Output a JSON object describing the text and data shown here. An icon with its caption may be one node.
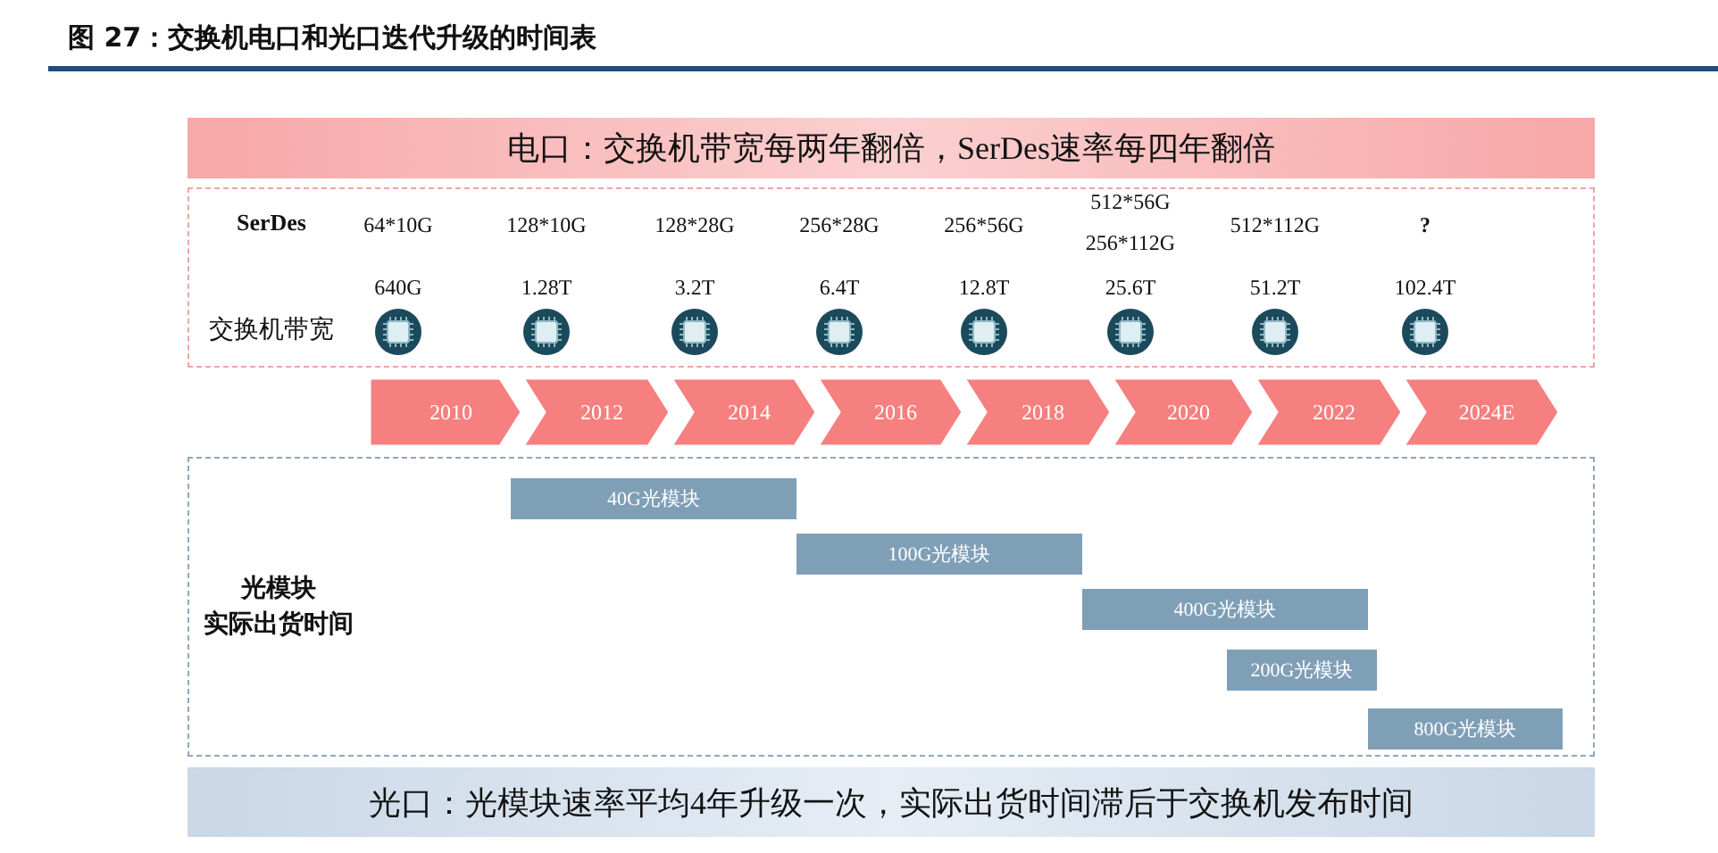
{
  "diagram": {
    "title": "图 27：交换机电口和光口迭代升级的时间表",
    "nodes": [
      {
        "text": [
          "电口：交换机带宽每两年翻倍，SerDes速率每四年翻倍"
        ]
      },
      {
        "text": [
          "SerDes",
          "交换机带宽"
        ]
      },
      {
        "text": [],
        "shape": "circle",
        "in": 1,
        "beside": [
          "64*10G",
          "640G"
        ]
      },
      {
        "text": [],
        "shape": "circle",
        "in": 1,
        "beside": [
          "128*10G",
          "1.28T"
        ]
      },
      {
        "text": [],
        "shape": "circle",
        "in": 1,
        "beside": [
          "128*28G",
          "3.2T"
        ]
      },
      {
        "text": [],
        "shape": "circle",
        "in": 1,
        "beside": [
          "256*28G",
          "6.4T"
        ]
      },
      {
        "text": [],
        "shape": "circle",
        "in": 1,
        "beside": [
          "256*56G",
          "12.8T"
        ]
      },
      {
        "text": [],
        "shape": "circle",
        "in": 1,
        "beside": [
          "512*56G",
          "256*112G",
          "25.6T"
        ]
      },
      {
        "text": [],
        "shape": "circle",
        "in": 1,
        "beside": [
          "512*112G",
          "51.2T"
        ]
      },
      {
        "text": [],
        "shape": "circle",
        "in": 1,
        "beside": [
          "?",
          "102.4T"
        ]
      },
      {
        "text": [
          "2010"
        ]
      },
      {
        "text": [
          "2012"
        ]
      },
      {
        "text": [
          "2014"
        ]
      },
      {
        "text": [
          "2016"
        ]
      },
      {
        "text": [
          "2018"
        ]
      },
      {
        "text": [
          "2020"
        ]
      },
      {
        "text": [
          "2022"
        ]
      },
      {
        "text": [
          "2024E"
        ]
      },
      {
        "text": [
          "光模块实际出货时间"
        ]
      },
      {
        "text": [
          "40G光模块"
        ],
        "in": 18
      },
      {
        "text": [
          "100G光模块"
        ],
        "in": 18
      },
      {
        "text": [
          "400G光模块"
        ],
        "in": 18
      },
      {
        "text": [
          "200G光模块"
        ],
        "in": 18
      },
      {
        "text": [
          "800G光模块"
        ],
        "in": 18
      },
      {
        "text": [
          "光口：光模块速率平均4年升级一次，实际出货时间滞后于交换机发布时间"
        ]
      }
    ]
  }
}
